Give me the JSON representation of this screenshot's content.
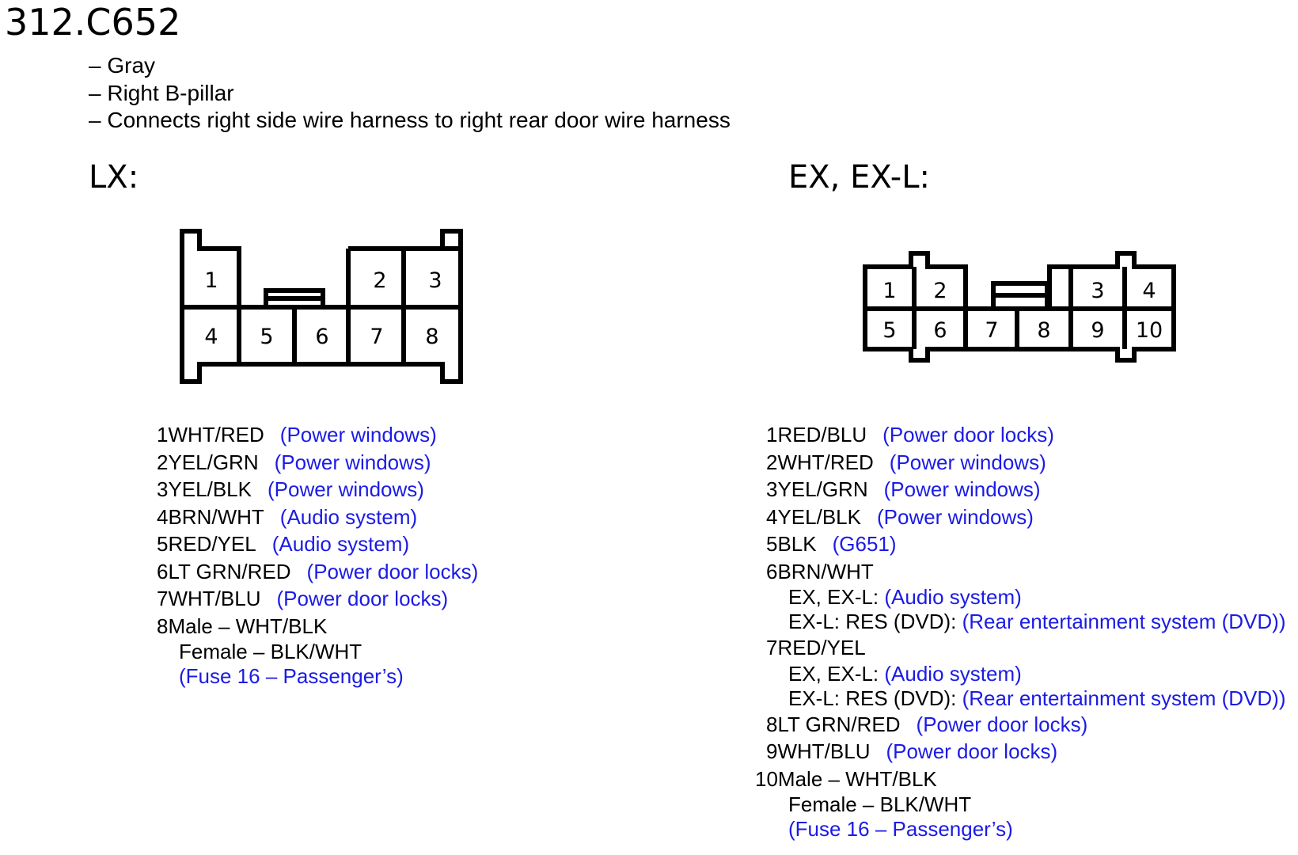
{
  "page": {
    "title": "312.C652",
    "details": [
      "– Gray",
      "– Right B-pillar",
      "– Connects right side wire harness to right rear door wire harness"
    ],
    "link_color": "#1b1be6"
  },
  "lx": {
    "label": "LX:",
    "pins_drawn": [
      "1",
      "2",
      "3",
      "4",
      "5",
      "6",
      "7",
      "8"
    ],
    "pins": [
      {
        "num": "1",
        "wire": "WHT/RED",
        "desc": "(Power windows)"
      },
      {
        "num": "2",
        "wire": "YEL/GRN",
        "desc": "(Power windows)"
      },
      {
        "num": "3",
        "wire": "YEL/BLK",
        "desc": "(Power windows)"
      },
      {
        "num": "4",
        "wire": "BRN/WHT",
        "desc": "(Audio system)"
      },
      {
        "num": "5",
        "wire": "RED/YEL",
        "desc": "(Audio system)"
      },
      {
        "num": "6",
        "wire": "LT GRN/RED",
        "desc": "(Power door locks)"
      },
      {
        "num": "7",
        "wire": "WHT/BLU",
        "desc": "(Power door locks)"
      },
      {
        "num": "8",
        "wire": "Male – WHT/BLK",
        "female": "Female – BLK/WHT",
        "fuse": "(Fuse 16 – Passenger’s)"
      }
    ]
  },
  "ex": {
    "label": "EX, EX-L:",
    "pins_drawn": [
      "1",
      "2",
      "3",
      "4",
      "5",
      "6",
      "7",
      "8",
      "9",
      "10"
    ],
    "pins": [
      {
        "num": "1",
        "wire": "RED/BLU",
        "desc": "(Power door locks)"
      },
      {
        "num": "2",
        "wire": "WHT/RED",
        "desc": "(Power windows)"
      },
      {
        "num": "3",
        "wire": "YEL/GRN",
        "desc": "(Power windows)"
      },
      {
        "num": "4",
        "wire": "YEL/BLK",
        "desc": "(Power windows)"
      },
      {
        "num": "5",
        "wire": "BLK",
        "desc": "(G651)"
      },
      {
        "num": "6",
        "wire": "BRN/WHT",
        "sub": [
          {
            "prefix": "EX, EX-L: ",
            "desc": "(Audio system)"
          },
          {
            "prefix": "EX-L: RES (DVD): ",
            "desc": "(Rear entertainment system (DVD))"
          }
        ]
      },
      {
        "num": "7",
        "wire": "RED/YEL",
        "sub": [
          {
            "prefix": "EX, EX-L: ",
            "desc": "(Audio system)"
          },
          {
            "prefix": "EX-L: RES (DVD): ",
            "desc": "(Rear entertainment system (DVD))"
          }
        ]
      },
      {
        "num": "8",
        "wire": "LT GRN/RED",
        "desc": "(Power door locks)"
      },
      {
        "num": "9",
        "wire": "WHT/BLU",
        "desc": "(Power door locks)"
      },
      {
        "num": "10",
        "wire": "Male – WHT/BLK",
        "female": "Female – BLK/WHT",
        "fuse": "(Fuse 16 – Passenger’s)"
      }
    ]
  }
}
